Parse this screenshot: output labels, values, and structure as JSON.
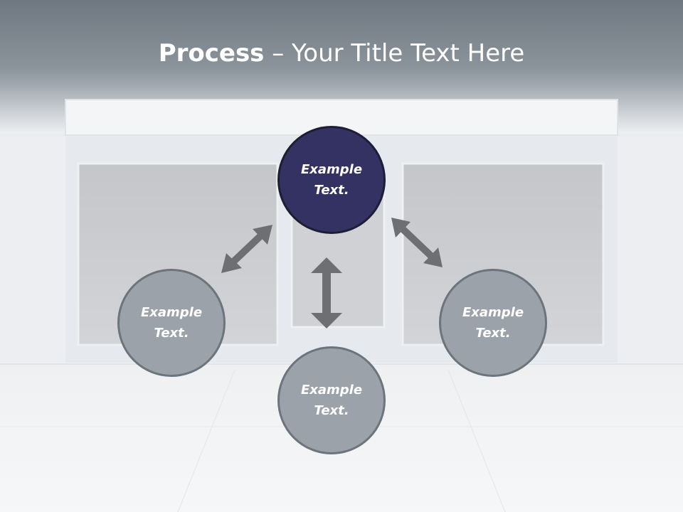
{
  "title": {
    "bold": "Process",
    "rest": " – Your Title Text Here"
  },
  "nodes": {
    "top": {
      "line1": "Example",
      "line2": "Text."
    },
    "left": {
      "line1": "Example",
      "line2": "Text."
    },
    "bottom": {
      "line1": "Example",
      "line2": "Text."
    },
    "right": {
      "line1": "Example",
      "line2": "Text."
    }
  },
  "colors": {
    "header_band": "#858d96",
    "top_node": "#343262",
    "other_nodes": "#9ba2a9",
    "arrows": "#6d6f72"
  }
}
